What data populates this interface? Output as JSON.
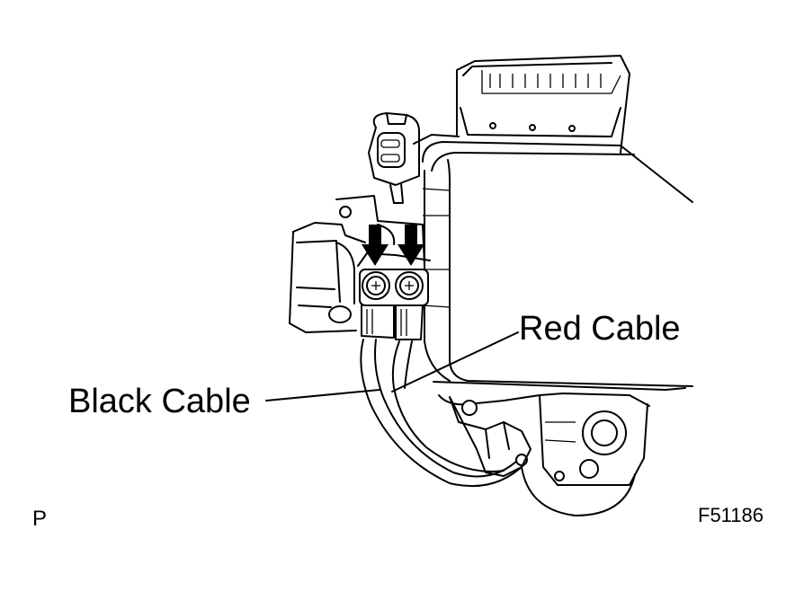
{
  "labels": {
    "red_cable": "Red Cable",
    "black_cable": "Black Cable",
    "figure_code": "F51186",
    "corner_mark": "P"
  },
  "colors": {
    "line": "#000000",
    "background": "#ffffff"
  }
}
